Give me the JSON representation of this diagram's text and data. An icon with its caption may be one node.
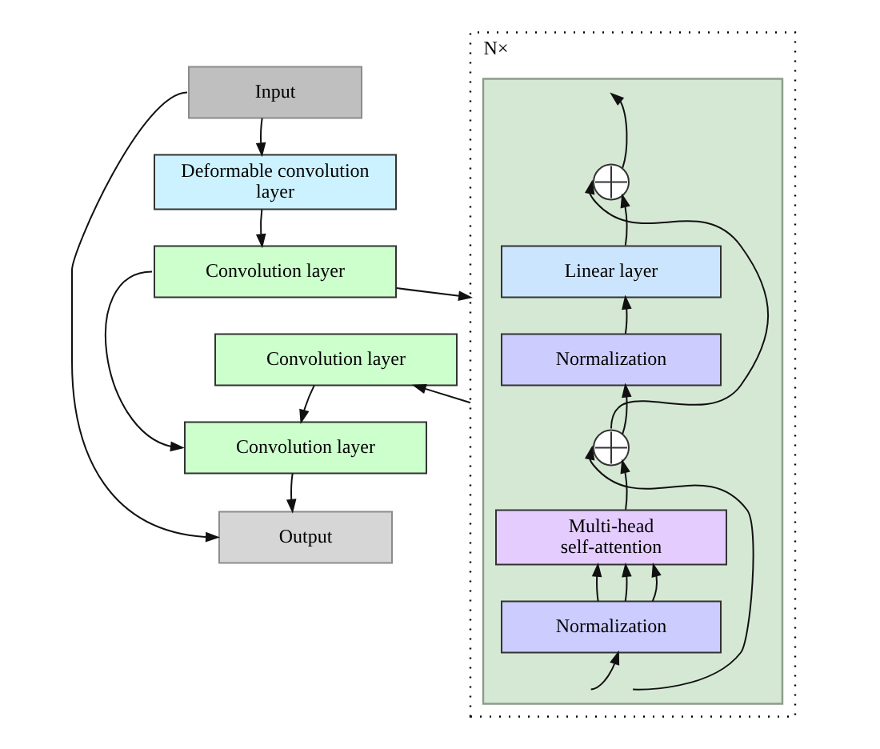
{
  "diagram": {
    "nodes": [
      {
        "text": [
          "Input"
        ]
      },
      {
        "text": [
          "Deformable convolution layer"
        ]
      },
      {
        "text": [
          "Convolution layer"
        ]
      },
      {
        "text": [
          "Convolution layer"
        ]
      },
      {
        "text": [
          "Convolution layer"
        ]
      },
      {
        "text": [
          "Output"
        ]
      },
      {
        "text": [
          "N×"
        ]
      },
      {
        "text": [],
        "shape": "box",
        "in": 6
      },
      {
        "text": [],
        "shape": "circle",
        "in": 7
      },
      {
        "text": [
          "Linear layer"
        ],
        "in": 7
      },
      {
        "text": [
          "Normalization"
        ],
        "in": 7
      },
      {
        "text": [],
        "shape": "circle",
        "in": 7
      },
      {
        "text": [
          "Multi-head self-attention"
        ],
        "in": 7
      },
      {
        "text": [
          "Normalization"
        ],
        "in": 7
      }
    ],
    "edges": [
      {
        "from": 0,
        "to": 1,
        "arrow": "to"
      },
      {
        "from": 1,
        "to": 2,
        "arrow": "to"
      },
      {
        "from": 0,
        "to": 5,
        "arrow": "to"
      },
      {
        "from": 2,
        "to": 6,
        "arrow": "to"
      },
      {
        "from": 2,
        "to": 4,
        "arrow": "to"
      },
      {
        "from": 6,
        "to": 3,
        "arrow": "to"
      },
      {
        "from": 3,
        "to": 4,
        "arrow": "to"
      },
      {
        "from": 4,
        "to": 5,
        "arrow": "to"
      },
      {
        "from": null,
        "to": 13,
        "arrow": "to"
      },
      {
        "from": null,
        "to": 11,
        "arrow": "to"
      },
      {
        "from": 13,
        "to": 12,
        "arrow": "to"
      },
      {
        "from": 13,
        "to": 12,
        "arrow": "to"
      },
      {
        "from": 13,
        "to": 12,
        "arrow": "to"
      },
      {
        "from": 12,
        "to": 11,
        "arrow": "to"
      },
      {
        "from": 11,
        "to": 10,
        "arrow": "to"
      },
      {
        "from": 11,
        "to": 8,
        "arrow": "to"
      },
      {
        "from": 10,
        "to": 9,
        "arrow": "to"
      },
      {
        "from": 9,
        "to": 8,
        "arrow": "to"
      },
      {
        "from": 8,
        "to": null,
        "arrow": "to"
      }
    ]
  }
}
